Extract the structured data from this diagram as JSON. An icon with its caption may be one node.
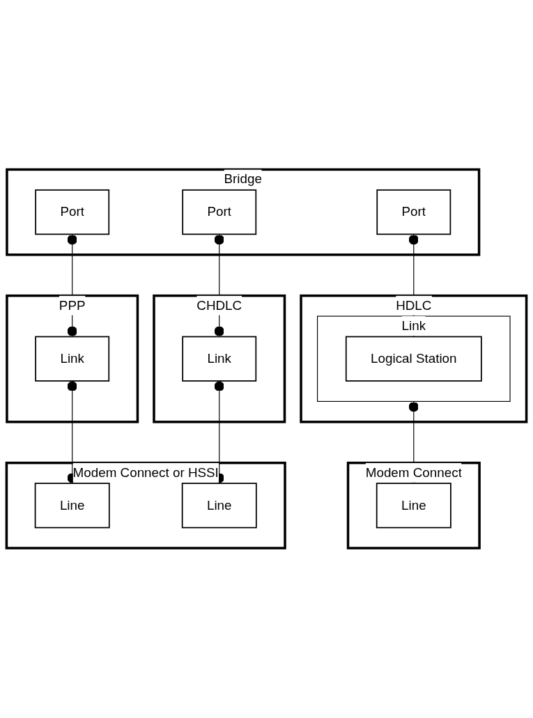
{
  "diagram": {
    "nodes": [
      {
        "text": [
          "Bridge"
        ]
      },
      {
        "text": [
          "Port"
        ],
        "in": 0
      },
      {
        "text": [
          "Port"
        ],
        "in": 0
      },
      {
        "text": [
          "Port"
        ],
        "in": 0
      },
      {
        "text": [
          "HDLC"
        ]
      },
      {
        "text": [
          "Link"
        ],
        "in": 4
      },
      {
        "text": [
          "Logical Station"
        ],
        "in": 5
      },
      {
        "text": [
          "PPP"
        ]
      },
      {
        "text": [
          "Link"
        ],
        "in": 7
      },
      {
        "text": [
          "CHDLC"
        ]
      },
      {
        "text": [
          "Link"
        ],
        "in": 9
      },
      {
        "text": [
          "Modem Connect"
        ]
      },
      {
        "text": [
          "Line"
        ],
        "in": 11
      },
      {
        "text": [
          "Modem Connect or HSSI"
        ]
      },
      {
        "text": [
          "Line"
        ],
        "in": 13
      },
      {
        "text": [
          "Line"
        ],
        "in": 13
      }
    ],
    "edges": [
      {
        "from": 1,
        "to": 6,
        "arrow": "other"
      },
      {
        "from": 5,
        "to": 12,
        "arrow": "other"
      },
      {
        "from": 2,
        "to": 8,
        "arrow": "other"
      },
      {
        "from": 8,
        "to": 14,
        "arrow": "other"
      },
      {
        "from": 3,
        "to": 10,
        "arrow": "other"
      },
      {
        "from": 10,
        "to": 15,
        "arrow": "other"
      }
    ]
  }
}
